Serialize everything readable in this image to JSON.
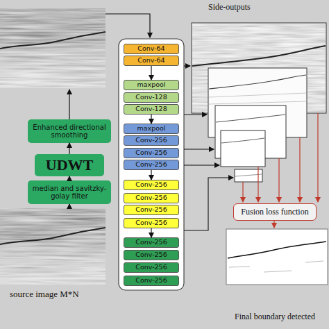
{
  "diagram": {
    "nodes": [
      {
        "text": [
          "Enhanced directional smoothing"
        ]
      },
      {
        "text": [
          "UDWT"
        ]
      },
      {
        "text": [
          "median and savitzky-golay filter"
        ]
      },
      {
        "text": [
          "Conv-64"
        ]
      },
      {
        "text": [
          "Conv-64"
        ]
      },
      {
        "text": [
          "maxpool"
        ]
      },
      {
        "text": [
          "Conv-128"
        ]
      },
      {
        "text": [
          "Conv-128"
        ]
      },
      {
        "text": [
          "maxpool"
        ]
      },
      {
        "text": [
          "Conv-256"
        ]
      },
      {
        "text": [
          "Conv-256"
        ]
      },
      {
        "text": [
          "Conv-256"
        ]
      },
      {
        "text": [
          "Conv-256"
        ]
      },
      {
        "text": [
          "Conv-256"
        ]
      },
      {
        "text": [
          "Conv-256"
        ]
      },
      {
        "text": [
          "Conv-256"
        ]
      },
      {
        "text": [
          "Conv-256"
        ]
      },
      {
        "text": [
          "Conv-256"
        ]
      },
      {
        "text": [
          "Conv-256"
        ]
      },
      {
        "text": [
          "Conv-256"
        ]
      },
      {
        "text": [
          "Fusion loss function"
        ]
      }
    ],
    "edges": [
      {
        "from": 2,
        "to": 1,
        "arrow": "to"
      },
      {
        "from": 1,
        "to": 0,
        "arrow": "to"
      },
      {
        "from": 4,
        "to": 5,
        "arrow": "to"
      },
      {
        "from": 7,
        "to": 8,
        "arrow": "to"
      },
      {
        "from": 11,
        "to": 12,
        "arrow": "to"
      },
      {
        "from": 15,
        "to": 16,
        "arrow": "to"
      }
    ],
    "labels": [
      "source image M*N",
      "Side-outputs",
      "Final boundary detected"
    ]
  }
}
